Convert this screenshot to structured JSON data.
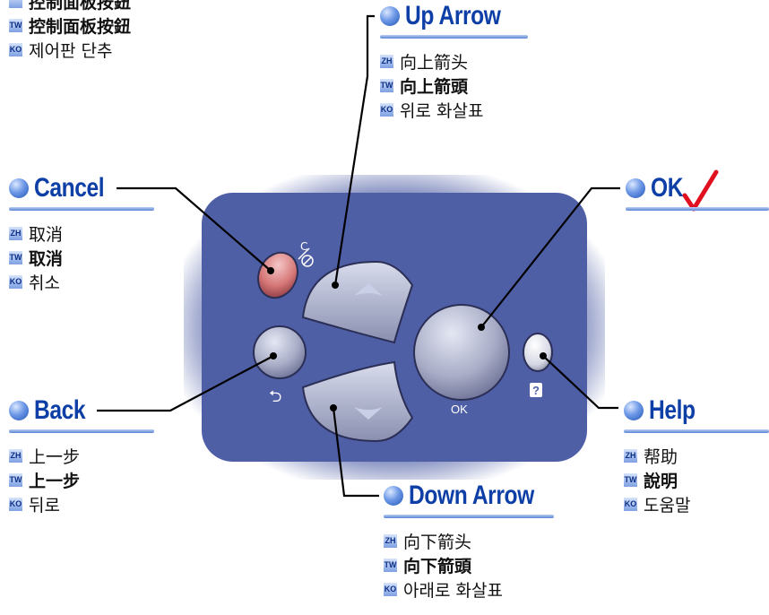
{
  "top_fragment": {
    "partial_label": "控制面板按鈕",
    "lines": [
      {
        "code": "TW",
        "text": "控制面板按鈕"
      },
      {
        "code": "KO",
        "text": "제어판 단추"
      }
    ]
  },
  "callouts": {
    "up": {
      "title": "Up Arrow",
      "lines": [
        {
          "code": "ZH",
          "text": "向上箭头"
        },
        {
          "code": "TW",
          "text": "向上箭頭"
        },
        {
          "code": "KO",
          "text": "위로 화살표"
        }
      ]
    },
    "cancel": {
      "title": "Cancel",
      "lines": [
        {
          "code": "ZH",
          "text": "取消"
        },
        {
          "code": "TW",
          "text": "取消"
        },
        {
          "code": "KO",
          "text": "취소"
        }
      ]
    },
    "ok": {
      "title": "OK"
    },
    "back": {
      "title": "Back",
      "lines": [
        {
          "code": "ZH",
          "text": "上一步"
        },
        {
          "code": "TW",
          "text": "上一步"
        },
        {
          "code": "KO",
          "text": "뒤로"
        }
      ]
    },
    "help": {
      "title": "Help",
      "lines": [
        {
          "code": "ZH",
          "text": "帮助"
        },
        {
          "code": "TW",
          "text": "說明"
        },
        {
          "code": "KO",
          "text": "도움말"
        }
      ]
    },
    "down": {
      "title": "Down Arrow",
      "lines": [
        {
          "code": "ZH",
          "text": "向下箭头"
        },
        {
          "code": "TW",
          "text": "向下箭頭"
        },
        {
          "code": "KO",
          "text": "아래로 화살표"
        }
      ]
    }
  },
  "panel": {
    "cancel_symbol": "C",
    "back_symbol": "⮌",
    "ok_label": "OK",
    "help_symbol": "?"
  },
  "colors": {
    "panel": "#4f5fa6",
    "title": "#0d3fa6",
    "check": "#e0101e",
    "cancel_button": "#d97474"
  }
}
